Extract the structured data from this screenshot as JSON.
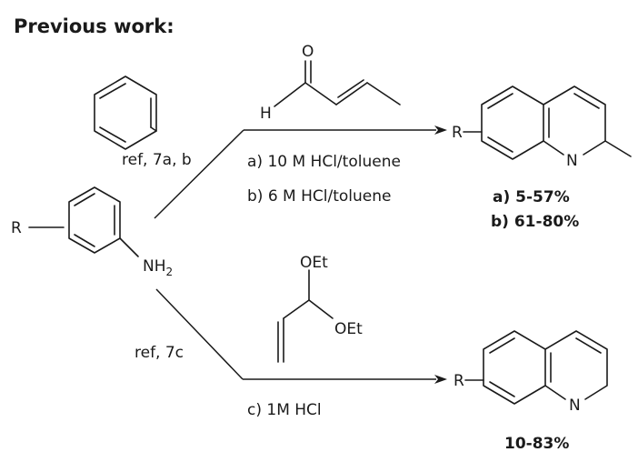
{
  "title": "Previous work:",
  "start_material": {
    "r": "R",
    "nh": "NH",
    "nh_sub": "2"
  },
  "route_top": {
    "ref": "ref, 7a, b",
    "reagent": {
      "oxygen": "O",
      "hydrogen": "H"
    },
    "conditions": [
      "a) 10 M HCl/toluene",
      "b) 6 M HCl/toluene"
    ],
    "product": {
      "r": "R",
      "n": "N"
    },
    "yields": [
      "a) 5-57%",
      "b) 61-80%"
    ]
  },
  "route_bottom": {
    "ref": "ref, 7c",
    "reagent": {
      "oet_1": "OEt",
      "oet_2": "OEt"
    },
    "conditions": [
      "c) 1M HCl"
    ],
    "product": {
      "r": "R",
      "n": "N"
    },
    "yields": [
      "10-83%"
    ]
  }
}
